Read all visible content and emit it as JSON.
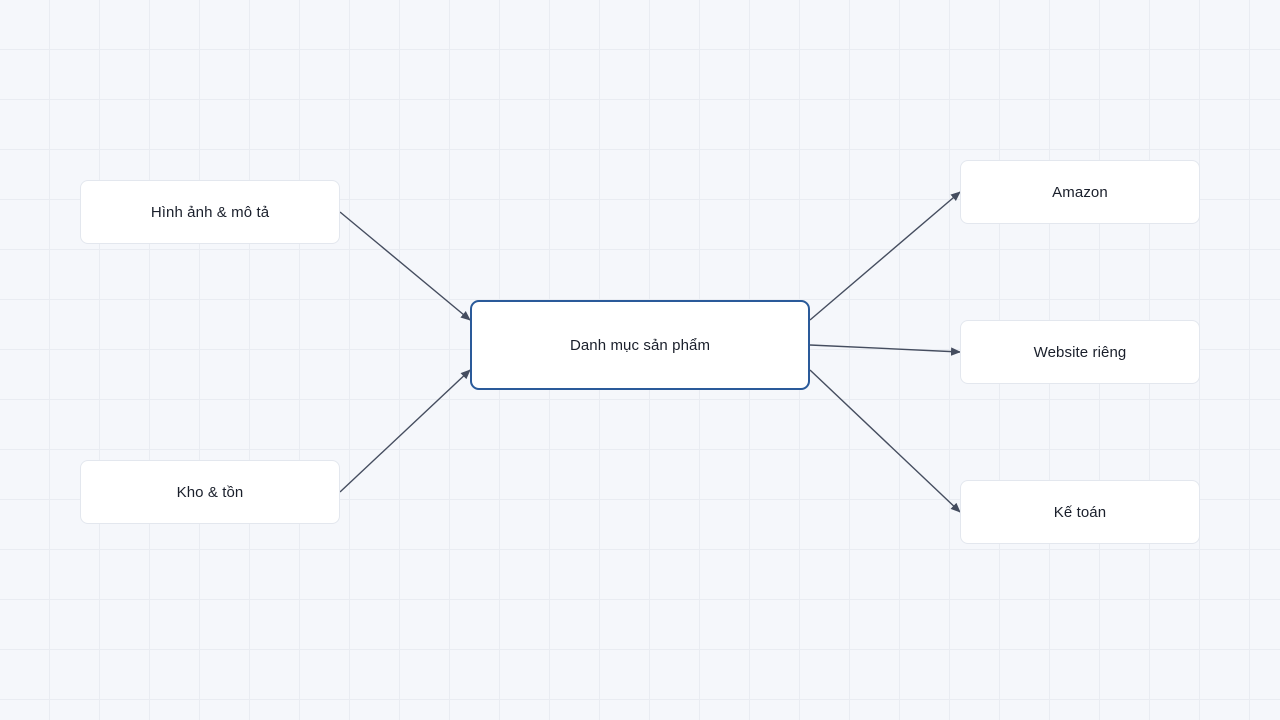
{
  "diagram": {
    "nodes": {
      "images": {
        "label": "Hình ảnh & mô tả"
      },
      "inventory": {
        "label": "Kho & tồn"
      },
      "catalog": {
        "label": "Danh mục sản phẩm"
      },
      "amazon": {
        "label": "Amazon"
      },
      "website": {
        "label": "Website riêng"
      },
      "accounting": {
        "label": "Kế toán"
      }
    },
    "edges": [
      {
        "from": "images",
        "to": "catalog"
      },
      {
        "from": "inventory",
        "to": "catalog"
      },
      {
        "from": "catalog",
        "to": "amazon"
      },
      {
        "from": "catalog",
        "to": "website"
      },
      {
        "from": "catalog",
        "to": "accounting"
      }
    ],
    "colors": {
      "edge": "#454d5f",
      "central_border": "#2a5a9a",
      "node_border": "#e3e7ee",
      "background": "#f5f7fb"
    }
  }
}
